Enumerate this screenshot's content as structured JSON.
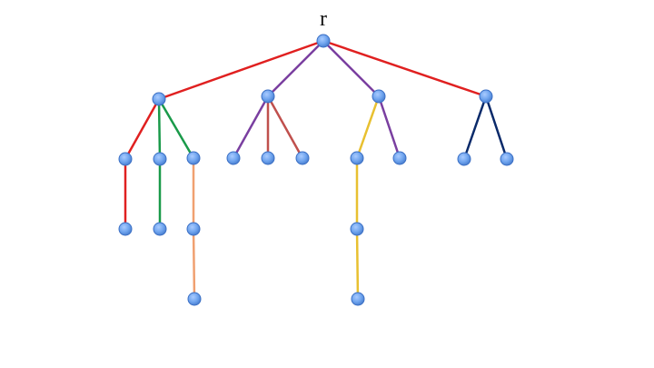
{
  "diagram": {
    "type": "tree",
    "root_label": "r",
    "node_fill": "#6fa4ee",
    "node_stroke": "#3b6fc4",
    "nodes": [
      {
        "id": "r"
      },
      {
        "id": "a"
      },
      {
        "id": "b"
      },
      {
        "id": "c"
      },
      {
        "id": "d"
      },
      {
        "id": "a1"
      },
      {
        "id": "a2"
      },
      {
        "id": "a3"
      },
      {
        "id": "b1"
      },
      {
        "id": "b2"
      },
      {
        "id": "b3"
      },
      {
        "id": "c1"
      },
      {
        "id": "c2"
      },
      {
        "id": "d1"
      },
      {
        "id": "d2"
      },
      {
        "id": "a1x"
      },
      {
        "id": "a2x"
      },
      {
        "id": "a3x"
      },
      {
        "id": "c1x"
      },
      {
        "id": "a3xx"
      },
      {
        "id": "c1xx"
      }
    ],
    "edges": [
      {
        "from": "r",
        "to": "a",
        "color": "#e02020"
      },
      {
        "from": "r",
        "to": "b",
        "color": "#7a3fa0"
      },
      {
        "from": "r",
        "to": "c",
        "color": "#7a3fa0"
      },
      {
        "from": "r",
        "to": "d",
        "color": "#e02020"
      },
      {
        "from": "a",
        "to": "a1",
        "color": "#e02020"
      },
      {
        "from": "a",
        "to": "a2",
        "color": "#1a9a4a"
      },
      {
        "from": "a",
        "to": "a3",
        "color": "#1a9a4a"
      },
      {
        "from": "b",
        "to": "b1",
        "color": "#7a3fa0"
      },
      {
        "from": "b",
        "to": "b2",
        "color": "#c0504d"
      },
      {
        "from": "b",
        "to": "b3",
        "color": "#c0504d"
      },
      {
        "from": "c",
        "to": "c1",
        "color": "#e8c030"
      },
      {
        "from": "c",
        "to": "c2",
        "color": "#7a3fa0"
      },
      {
        "from": "d",
        "to": "d1",
        "color": "#0a2a6a"
      },
      {
        "from": "d",
        "to": "d2",
        "color": "#0a2a6a"
      },
      {
        "from": "a1",
        "to": "a1x",
        "color": "#e02020"
      },
      {
        "from": "a2",
        "to": "a2x",
        "color": "#1a9a4a"
      },
      {
        "from": "a3",
        "to": "a3x",
        "color": "#f0a070"
      },
      {
        "from": "c1",
        "to": "c1x",
        "color": "#e8c030"
      },
      {
        "from": "a3x",
        "to": "a3xx",
        "color": "#f0a070"
      },
      {
        "from": "c1x",
        "to": "c1xx",
        "color": "#e8c030"
      }
    ]
  }
}
